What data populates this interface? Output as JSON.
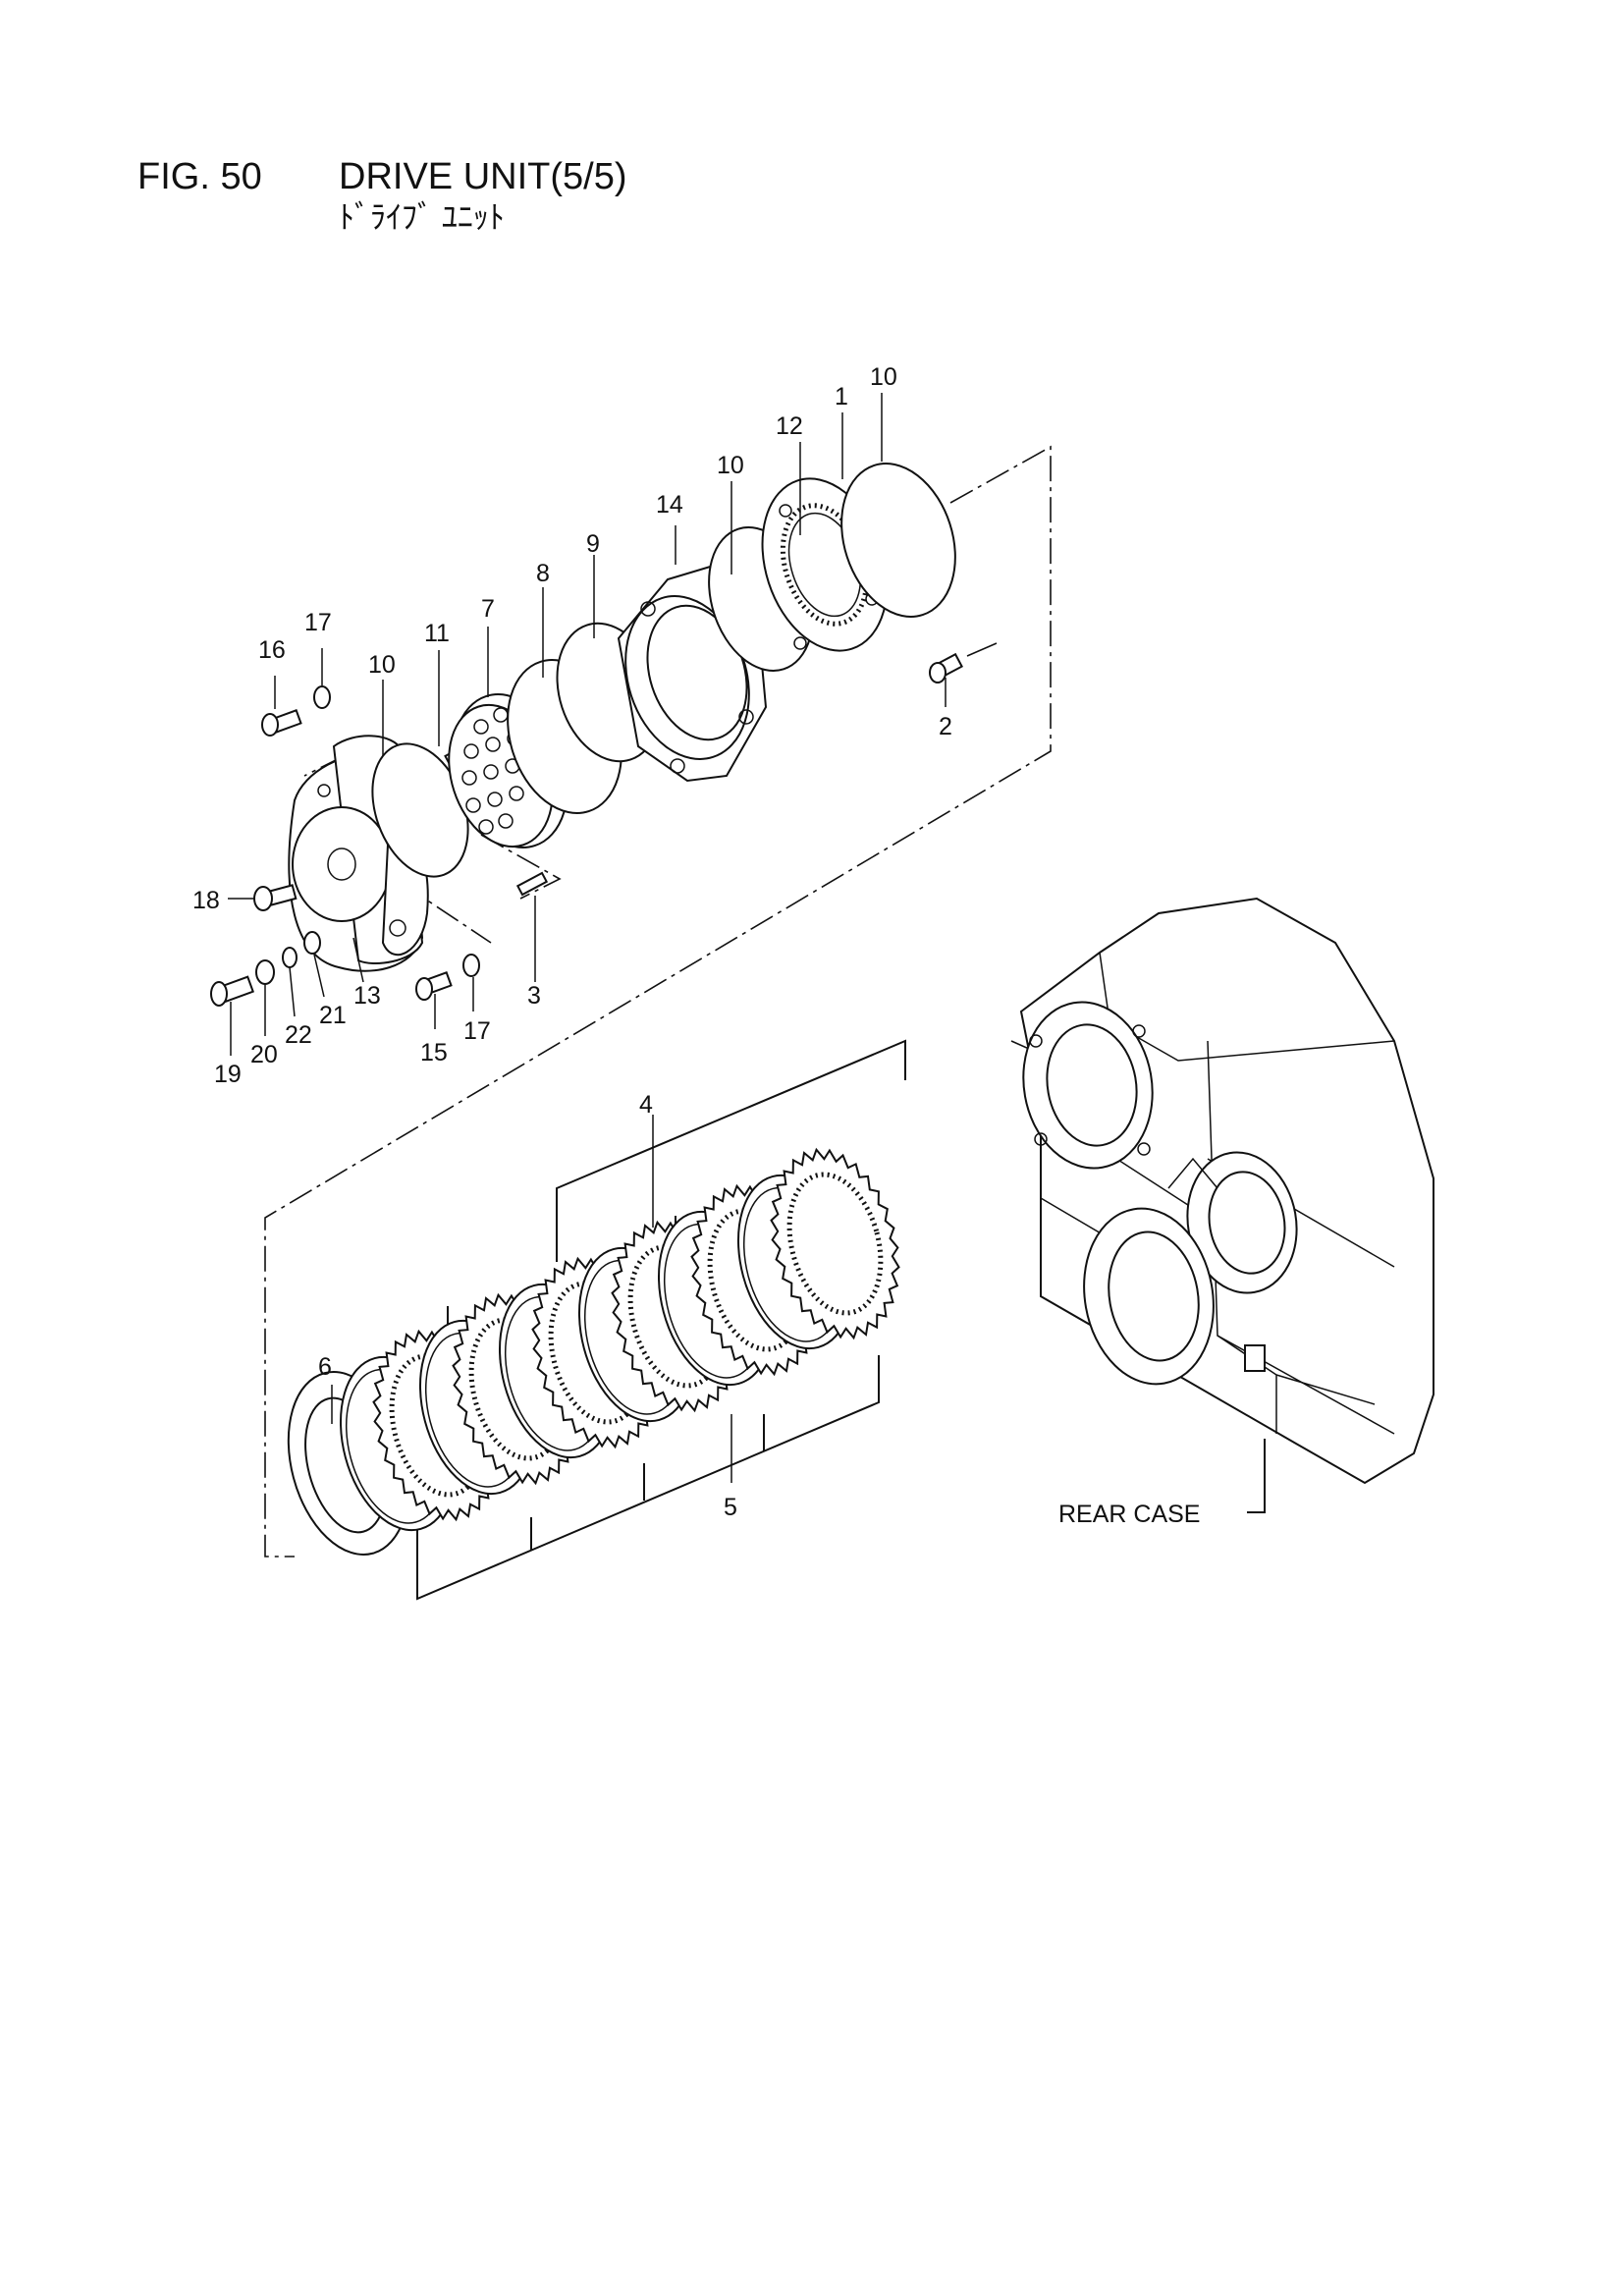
{
  "header": {
    "figure_number": "FIG. 50",
    "title": "DRIVE UNIT(5/5)",
    "subtitle_jp": "ﾄﾞﾗｲﾌﾞ ﾕﾆｯﾄ"
  },
  "callouts": {
    "p1": "1",
    "p2": "2",
    "p3": "3",
    "p4": "4",
    "p5": "5",
    "p6": "6",
    "p7": "7",
    "p8": "8",
    "p9": "9",
    "p10a": "10",
    "p10b": "10",
    "p10c": "10",
    "p11": "11",
    "p12": "12",
    "p13": "13",
    "p14": "14",
    "p15": "15",
    "p16": "16",
    "p17a": "17",
    "p17b": "17",
    "p18": "18",
    "p19": "19",
    "p20": "20",
    "p21": "21",
    "p22": "22"
  },
  "rear_case_label": "REAR CASE"
}
